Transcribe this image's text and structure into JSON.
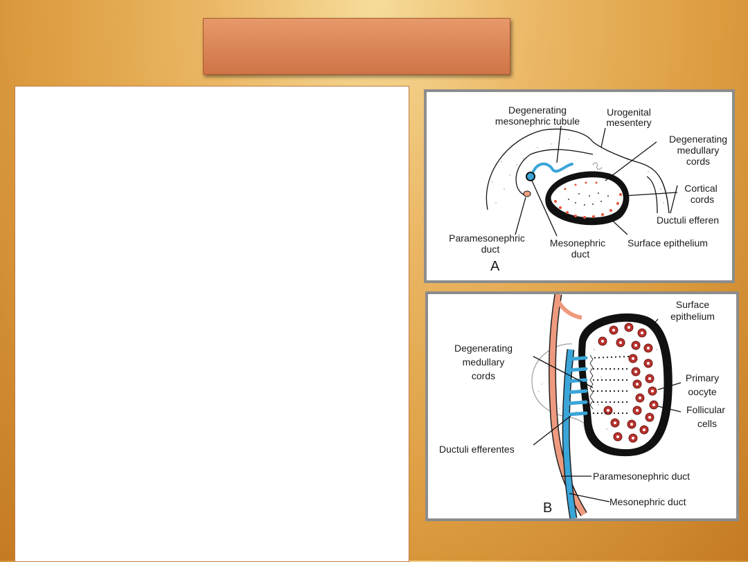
{
  "slide": {
    "title": "",
    "body_text": ""
  },
  "figure_a": {
    "panel_letter": "A",
    "labels": {
      "degenerating_tubule": [
        "Degenerating",
        "mesonephric tubule"
      ],
      "urogenital_mesentery": [
        "Urogenital",
        "mesentery"
      ],
      "degenerating_medullary": [
        "Degenerating",
        "medullary",
        "cords"
      ],
      "cortical_cords": [
        "Cortical",
        "cords"
      ],
      "ductuli": "Ductuli efferen",
      "paramesonephric": [
        "Paramesonephric",
        "duct"
      ],
      "mesonephric": [
        "Mesonephric",
        "duct"
      ],
      "surface_epithelium": "Surface epithelium"
    }
  },
  "figure_b": {
    "panel_letter": "B",
    "labels": {
      "surface_epithelium": [
        "Surface",
        "epithelium"
      ],
      "degenerating_medullary": [
        "Degenerating",
        "medullary",
        "cords"
      ],
      "primary_oocyte": [
        "Primary",
        "oocyte"
      ],
      "follicular_cells": [
        "Follicular",
        "cells"
      ],
      "ductuli_efferentes": "Ductuli efferentes",
      "paramesonephric_duct": "Paramesonephric duct",
      "mesonephric_duct": "Mesonephric duct"
    }
  },
  "colors": {
    "mesonephric_duct": "#3aa5d8",
    "paramesonephric_duct": "#ee9a7e",
    "oocyte": "#b8332e",
    "epithelium": "#111111"
  }
}
